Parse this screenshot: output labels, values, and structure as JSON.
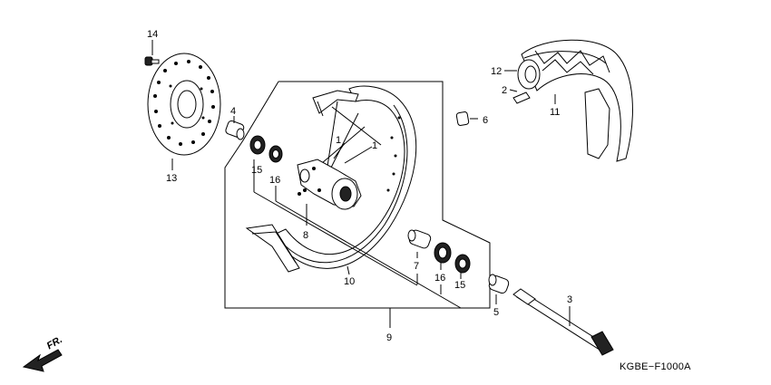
{
  "callouts": [
    {
      "id": "c1a",
      "text": "1"
    },
    {
      "id": "c1b",
      "text": "1"
    },
    {
      "id": "c2",
      "text": "2"
    },
    {
      "id": "c3",
      "text": "3"
    },
    {
      "id": "c4",
      "text": "4"
    },
    {
      "id": "c5",
      "text": "5"
    },
    {
      "id": "c6",
      "text": "6"
    },
    {
      "id": "c7",
      "text": "7"
    },
    {
      "id": "c8",
      "text": "8"
    },
    {
      "id": "c9",
      "text": "9"
    },
    {
      "id": "c10",
      "text": "10"
    },
    {
      "id": "c11",
      "text": "11"
    },
    {
      "id": "c12",
      "text": "12"
    },
    {
      "id": "c13",
      "text": "13"
    },
    {
      "id": "c14",
      "text": "14"
    },
    {
      "id": "c15a",
      "text": "15"
    },
    {
      "id": "c15b",
      "text": "15"
    },
    {
      "id": "c16a",
      "text": "16"
    },
    {
      "id": "c16b",
      "text": "16"
    }
  ],
  "direction_label": "FR.",
  "diagram_code": "KGBE−F1000A"
}
